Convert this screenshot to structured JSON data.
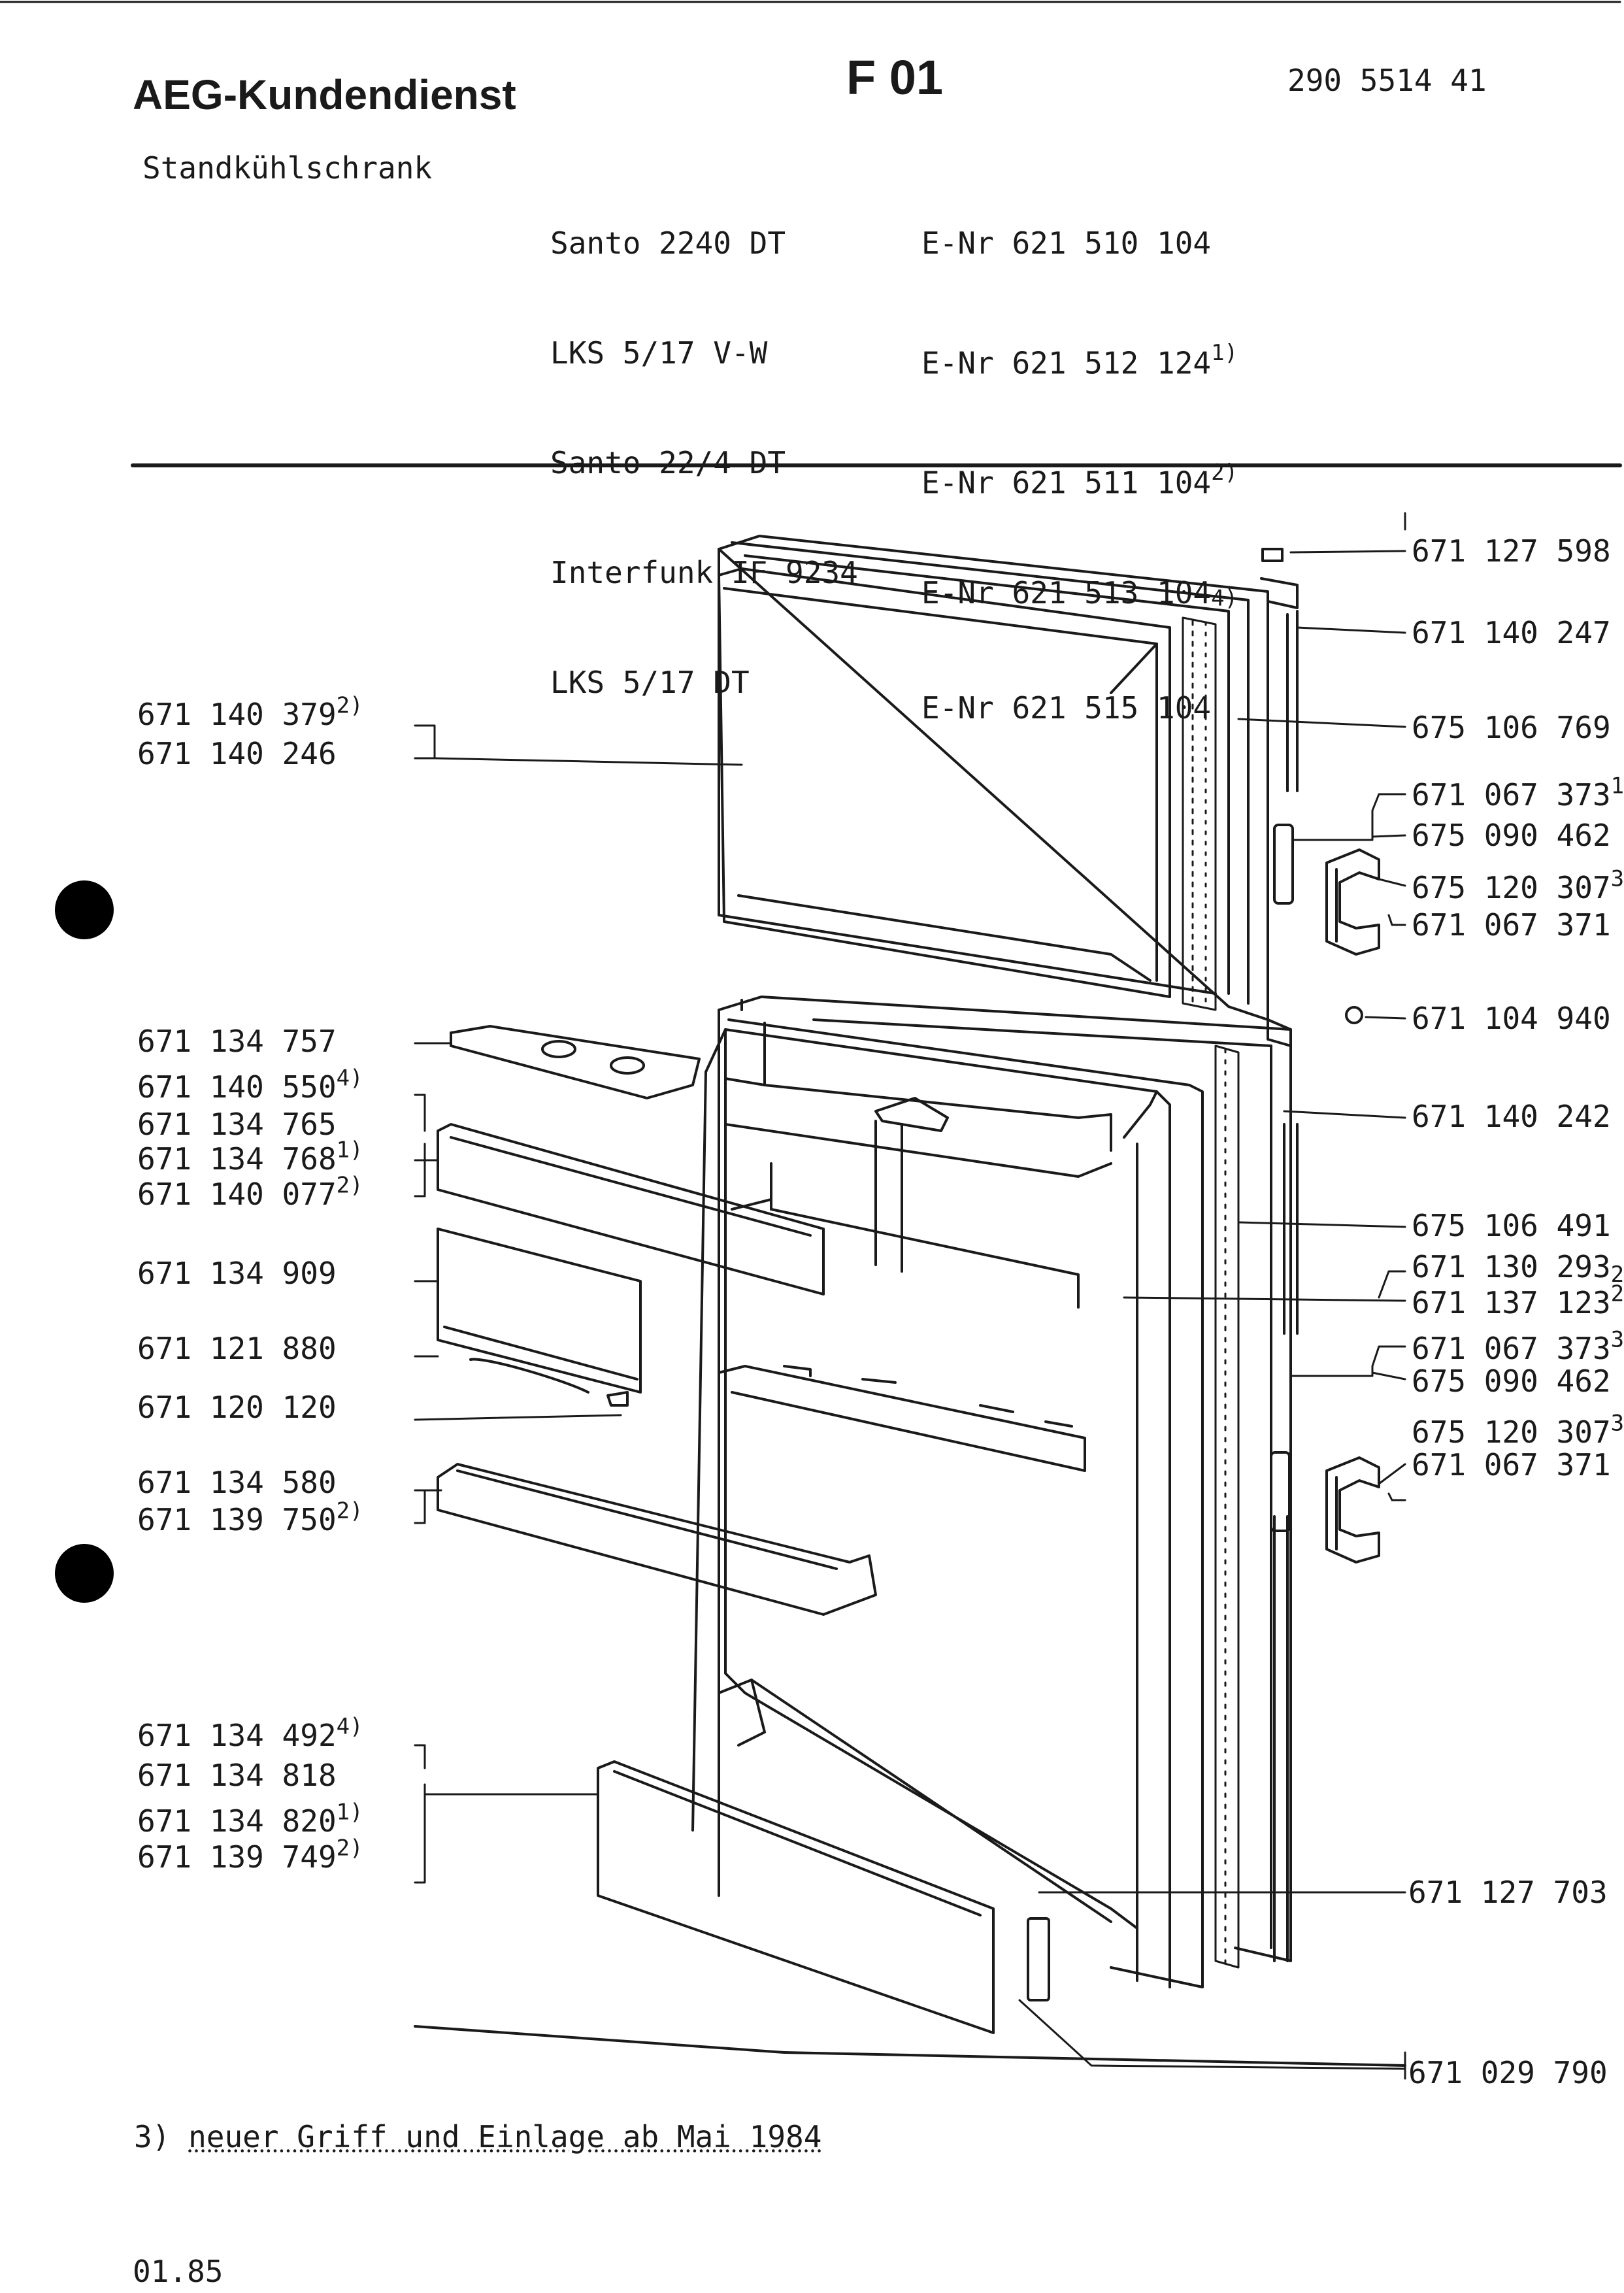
{
  "header": {
    "brand": "AEG-Kundendienst",
    "sheet": "F 01",
    "document_number": "290 5514 41"
  },
  "appliance": {
    "type": "Standkühlschrank",
    "models": [
      {
        "name": "Santo 2240 DT",
        "enr": "E-Nr 621 510 104",
        "footnote": ""
      },
      {
        "name": "LKS 5/17 V-W",
        "enr": "E-Nr 621 512 124",
        "footnote": "1)"
      },
      {
        "name": "Santo 22/4 DT",
        "enr": "E-Nr 621 511 104",
        "footnote": "2)"
      },
      {
        "name": "Interfunk IF 9234",
        "enr": "E-Nr 621 513 104",
        "footnote": "4)"
      },
      {
        "name": "LKS 5/17 DT",
        "enr": "E-Nr 621 515 104",
        "footnote": ""
      }
    ]
  },
  "parts_left": [
    {
      "number": "671 140 379",
      "footnote": "2)"
    },
    {
      "number": "671 140 246",
      "footnote": ""
    },
    {
      "number": "671 134 757",
      "footnote": ""
    },
    {
      "number": "671 140 550",
      "footnote": "4)"
    },
    {
      "number": "671 134 765",
      "footnote": ""
    },
    {
      "number": "671 134 768",
      "footnote": "1)"
    },
    {
      "number": "671 140 077",
      "footnote": "2)"
    },
    {
      "number": "671 134 909",
      "footnote": ""
    },
    {
      "number": "671 121 880",
      "footnote": ""
    },
    {
      "number": "671 120 120",
      "footnote": ""
    },
    {
      "number": "671 134 580",
      "footnote": ""
    },
    {
      "number": "671 139 750",
      "footnote": "2)"
    },
    {
      "number": "671 134 492",
      "footnote": "4)"
    },
    {
      "number": "671 134 818",
      "footnote": ""
    },
    {
      "number": "671 134 820",
      "footnote": "1)"
    },
    {
      "number": "671 139 749",
      "footnote": "2)"
    }
  ],
  "parts_right": [
    {
      "number": "671 127 598",
      "footnote": ""
    },
    {
      "number": "671 140 247",
      "footnote": ""
    },
    {
      "number": "675 106 769",
      "footnote": ""
    },
    {
      "number": "671 067 373",
      "footnote": "1"
    },
    {
      "number": "675 090 462",
      "footnote": ""
    },
    {
      "number": "675 120 307",
      "footnote": "3"
    },
    {
      "number": "671 067 371",
      "footnote": ""
    },
    {
      "number": "671 104 940",
      "footnote": ""
    },
    {
      "number": "671 140 242",
      "footnote": ""
    },
    {
      "number": "675 106 491",
      "footnote": ""
    },
    {
      "number": "671 130 293",
      "footnote": "2"
    },
    {
      "number": "671 137 123",
      "footnote": "2"
    },
    {
      "number": "671 067 373",
      "footnote": "3"
    },
    {
      "number": "675 090 462",
      "footnote": ""
    },
    {
      "number": "675 120 307",
      "footnote": "3"
    },
    {
      "number": "671 067 371",
      "footnote": ""
    },
    {
      "number": "671 127 703",
      "footnote": ""
    },
    {
      "number": "671 029 790",
      "footnote": ""
    }
  ],
  "footer": {
    "note_marker": "3)",
    "note_text": "neuer Griff und Einlage ab Mai 1984",
    "date": "01.85"
  }
}
